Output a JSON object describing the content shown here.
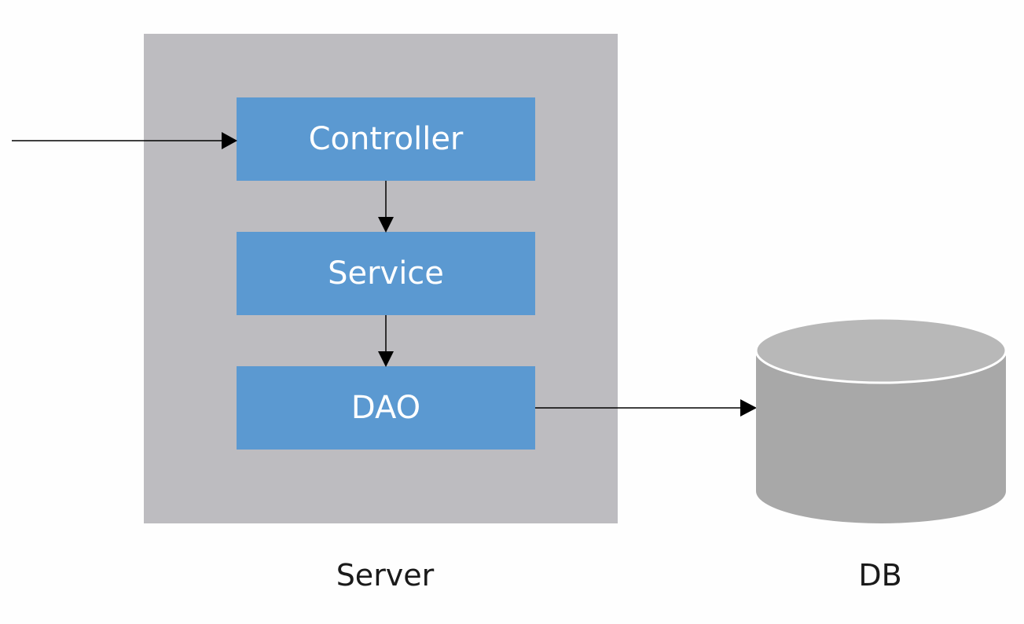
{
  "diagram": {
    "layers": {
      "controller": "Controller",
      "service": "Service",
      "dao": "DAO"
    },
    "captions": {
      "server": "Server",
      "db": "DB"
    }
  },
  "colors": {
    "server_box": "#bdbcc0",
    "layer_fill": "#5b99d1",
    "layer_text": "#ffffff",
    "db_body": "#a8a8a8",
    "db_top": "#b8b8b8",
    "arrow": "#000000"
  }
}
